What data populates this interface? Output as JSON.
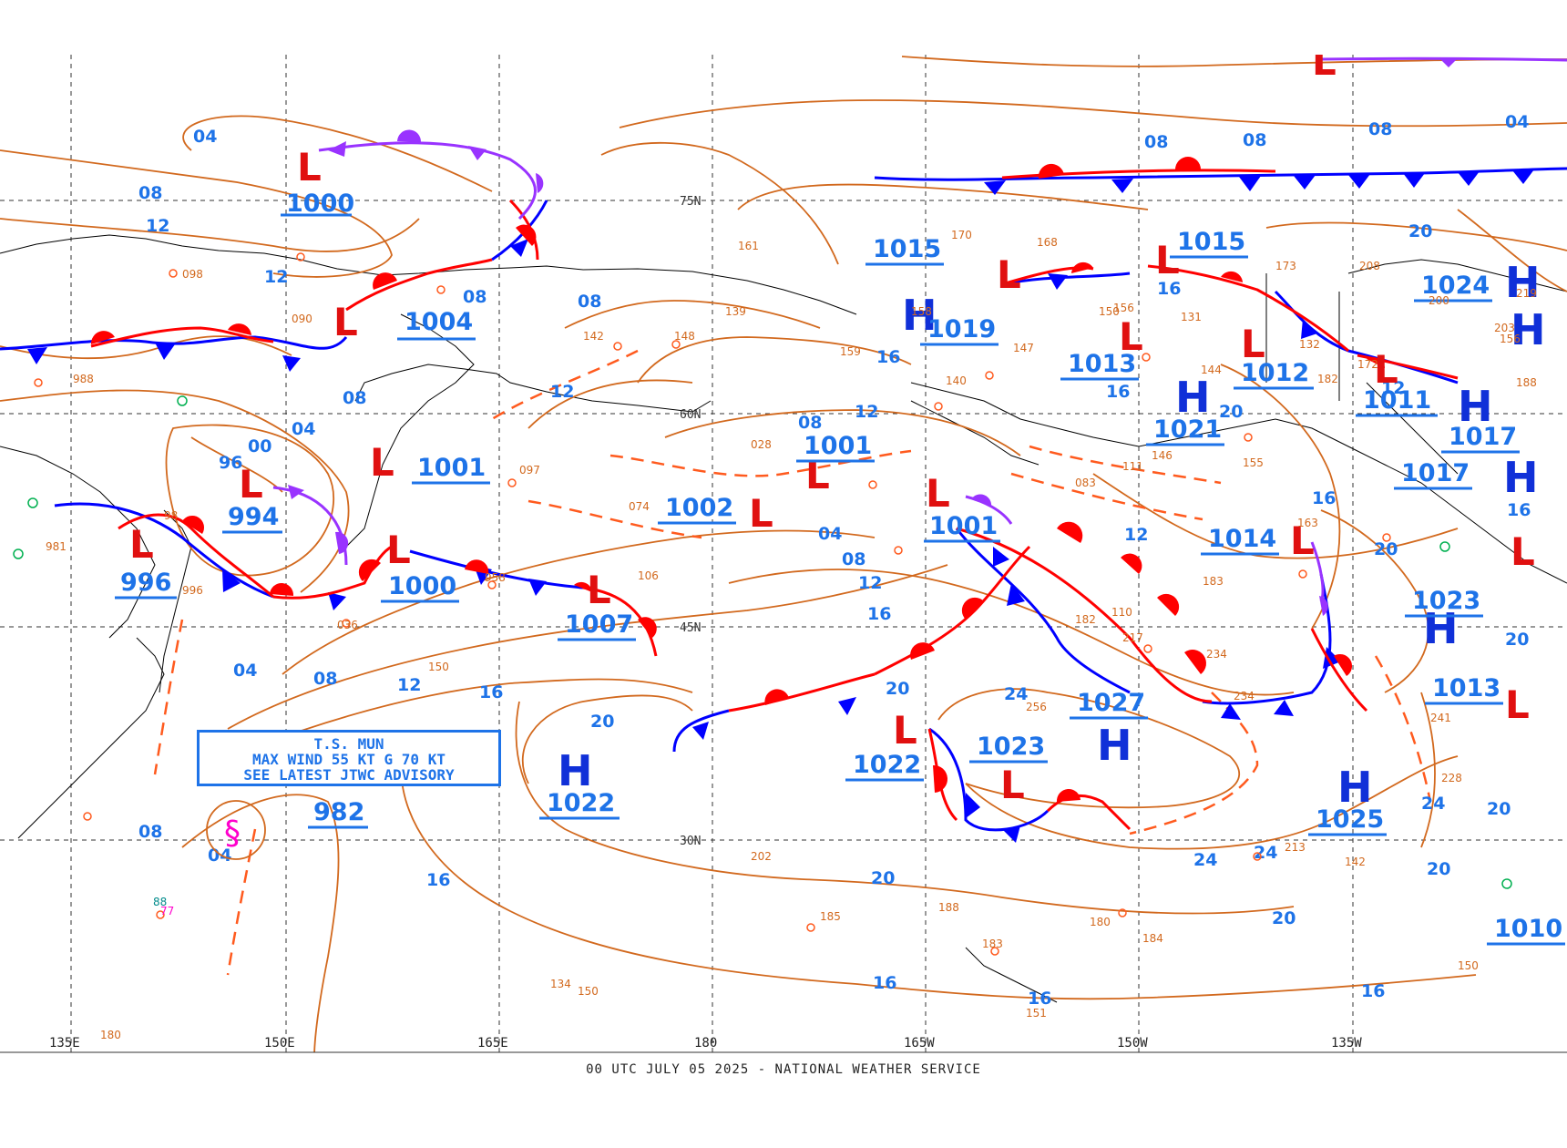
{
  "footer": "00 UTC JULY 05 2025 - NATIONAL WEATHER SERVICE",
  "advisory": {
    "line1": "T.S. MUN",
    "line2": "MAX WIND 55 KT G 70 KT",
    "line3": "SEE LATEST JTWC ADVISORY"
  },
  "longitudes": [
    "135E",
    "150E",
    "165E",
    "180",
    "165W",
    "150W",
    "135W"
  ],
  "latitudes": [
    "75N",
    "60N",
    "45N",
    "30N"
  ],
  "colors": {
    "isobar": "#d2691e",
    "isobar_label": "#1e73e8",
    "high_symbol": "#1030d8",
    "low_symbol": "#e01010",
    "warm_front": "#ff0000",
    "cold_front": "#0000ff",
    "occluded_front": "#9933ff",
    "trough": "#ff5a1e",
    "coastline": "#000000",
    "grid": "#333333"
  },
  "highs": [
    "1022",
    "1027",
    "1025",
    "1015",
    "1019",
    "1021",
    "1024",
    "1017",
    "1017",
    "1023",
    "1013",
    "1010"
  ],
  "lows": [
    "1000",
    "1004",
    "994",
    "996",
    "1001",
    "1000",
    "1007",
    "1002",
    "1001",
    "1001",
    "1022",
    "1023",
    "982",
    "1013",
    "1012",
    "1011",
    "1014",
    "1015"
  ],
  "isobar_labels": [
    "04",
    "08",
    "12",
    "16",
    "20",
    "24",
    "00",
    "96"
  ],
  "tropical_storm_symbol": "tropical-storm-icon"
}
